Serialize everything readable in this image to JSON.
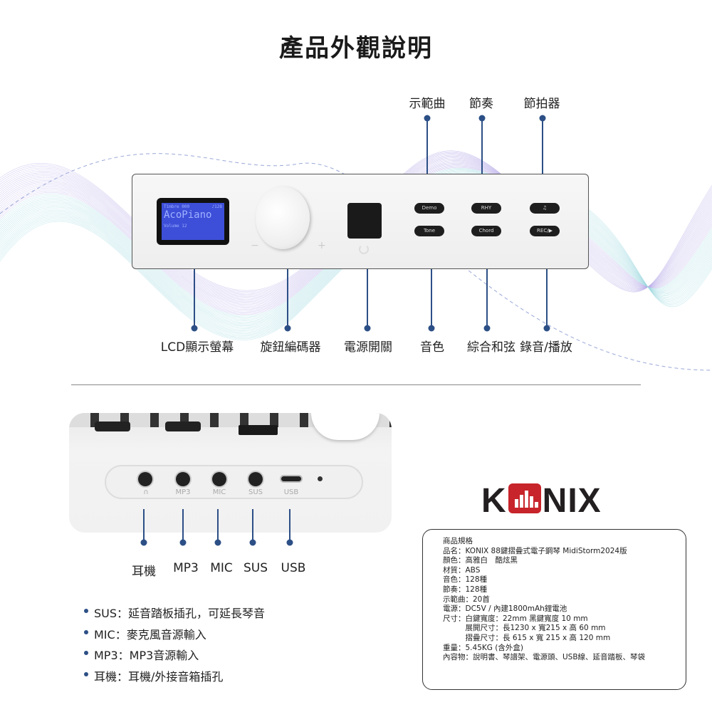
{
  "title": "產品外觀說明",
  "top_labels": {
    "demo": "示範曲",
    "rhythm": "節奏",
    "metronome": "節拍器"
  },
  "bottom_labels": {
    "lcd": "LCD顯示螢幕",
    "encoder": "旋鈕編碼器",
    "power": "電源開關",
    "tone": "音色",
    "chord": "綜合和弦",
    "record": "錄音/播放"
  },
  "lcd": {
    "line1": "Timbre 000",
    "line1b": "♪128",
    "line2": "AcoPiano",
    "line3": "Volume 12"
  },
  "knob": {
    "minus": "−",
    "plus": "+"
  },
  "buttons": {
    "demo": "Demo",
    "tone": "Tone",
    "rhy": "RHY",
    "chord": "Chord",
    "metro": "♫",
    "rec": "REC/▶"
  },
  "ports": {
    "headphone": "∩",
    "mp3": "MP3",
    "mic": "MIC",
    "sus": "SUS",
    "usb": "USB"
  },
  "port_labels": {
    "headphone": "耳機",
    "mp3": "MP3",
    "mic": "MIC",
    "sus": "SUS",
    "usb": "USB"
  },
  "bullets": [
    "SUS：延音踏板插孔，可延長琴音",
    "MIC：麥克風音源輸入",
    "MP3：MP3音源輸入",
    "耳機：耳機/外接音箱插孔"
  ],
  "logo": {
    "text_left": "K",
    "text_right": "NIX",
    "brand": "KONIX",
    "color": "#c8242b"
  },
  "specs": [
    "商品規格",
    "品名：KONIX 88鍵摺疊式電子鋼琴 MidiStorm2024版",
    "顏色：高雅白　酷炫黑",
    "材質：ABS",
    "音色：128種",
    "節奏：128種",
    "示範曲：20首",
    "電源：DC5V / 內建1800mAh鋰電池",
    "尺寸：白鍵寬度：22mm 黑鍵寬度 10 mm",
    "　　　展開尺寸：長1230 x 寬215 x 高 60 mm",
    "　　　摺疊尺寸：長 615 x 寬 215 x 高 120 mm",
    "重量：5.45KG (含外盒)",
    "內容物：說明書、琴譜架、電源頭、USB線、延音踏板、琴袋"
  ]
}
